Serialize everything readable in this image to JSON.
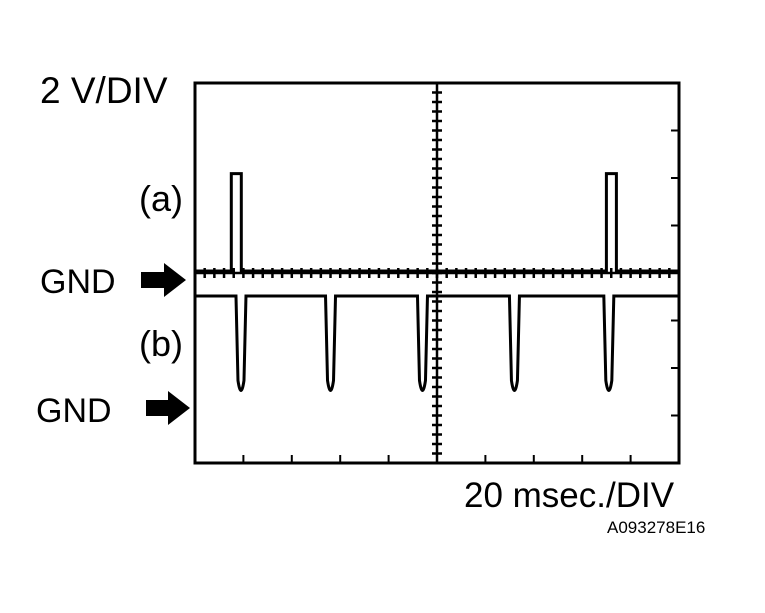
{
  "scope": {
    "volts_per_div": "2 V/DIV",
    "time_per_div": "20 msec./DIV",
    "figure_code": "A093278E16",
    "grid_divisions": {
      "x": 10,
      "y": 8
    }
  },
  "channels": [
    {
      "id": "a",
      "label": "(a)",
      "ground_label": "GND",
      "ground_arrow_icon": "right-arrow-icon",
      "waveform": "positive pulses",
      "pulse_times_div": [
        0.75,
        8.5
      ],
      "pulse_amplitude_v": 4.1
    },
    {
      "id": "b",
      "label": "(b)",
      "ground_label": "GND",
      "ground_arrow_icon": "right-arrow-icon",
      "waveform": "negative dips",
      "dip_times_div": [
        0.95,
        2.8,
        4.7,
        6.6,
        8.55
      ],
      "dip_depth_v": 4.4
    }
  ],
  "colors": {
    "trace": "#000000",
    "background": "#ffffff"
  }
}
